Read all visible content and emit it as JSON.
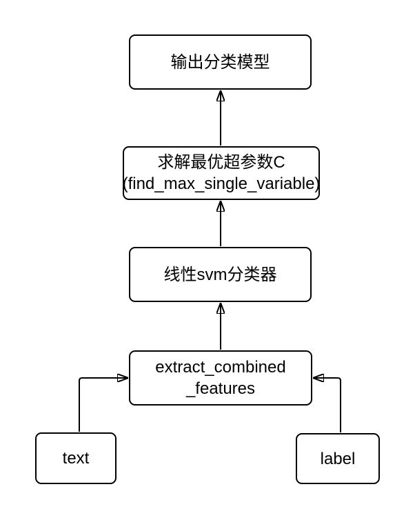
{
  "diagram": {
    "type": "flowchart",
    "colors": {
      "background": "#ffffff",
      "node_fill": "#ffffff",
      "node_border": "#000000",
      "text": "#000000",
      "connector": "#000000"
    },
    "nodes": {
      "output_model": {
        "line1": "输出分类模型"
      },
      "find_max": {
        "line1": "求解最优超参数C",
        "line2": "(find_max_single_variable)"
      },
      "svm_classifier": {
        "line1": "线性svm分类器"
      },
      "extract_features": {
        "line1": "extract_combined",
        "line2": "_features"
      },
      "text_input": {
        "line1": "text"
      },
      "label_input": {
        "line1": "label"
      }
    },
    "edges": [
      {
        "from": "extract_features",
        "to": "svm_classifier"
      },
      {
        "from": "svm_classifier",
        "to": "find_max"
      },
      {
        "from": "find_max",
        "to": "output_model"
      },
      {
        "from": "text_input",
        "to": "extract_features"
      },
      {
        "from": "label_input",
        "to": "extract_features"
      }
    ]
  }
}
